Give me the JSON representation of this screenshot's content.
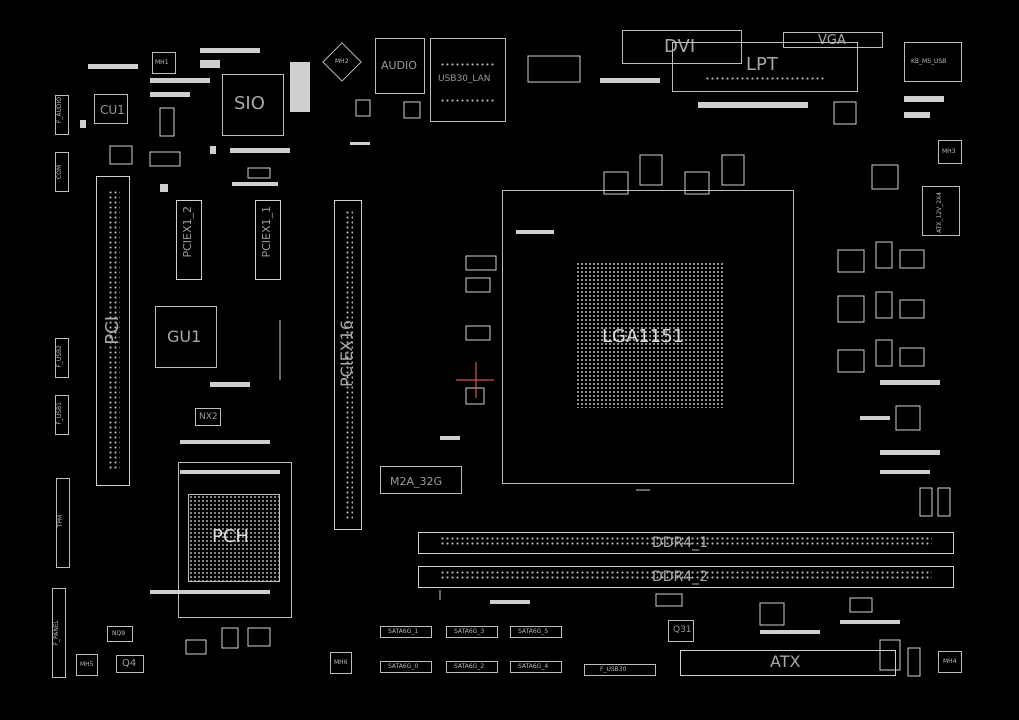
{
  "labels": {
    "dvi": "DVI",
    "vga": "VGA",
    "lpt": "LPT",
    "audio": "AUDIO",
    "usb30_lan": "USB30_LAN",
    "kb_ms_usb": "KB_MS_USB",
    "sio": "SIO",
    "cu1": "CU1",
    "pci": "PCI",
    "gu1": "GU1",
    "nx2": "NX2",
    "pch": "PCH",
    "pcie16": "PCIEX16",
    "pcie1_2": "PCIEX1_2",
    "pcie1_1": "PCIEX1_1",
    "m2a": "M2A_32G",
    "lga": "LGA1151",
    "ddr4_1": "DDR4_1",
    "ddr4_2": "DDR4_2",
    "atx": "ATX",
    "q31": "Q31",
    "q4": "Q4",
    "nq9": "NQ9",
    "mh1": "MH1",
    "mh2": "MH2",
    "mh3": "MH3",
    "mh4": "MH4",
    "mh5": "MH5",
    "mh6": "MH6",
    "f_panel": "F_PANEL",
    "f_usb30": "F_USB30",
    "sata_1": "SATA6G_1",
    "sata_3": "SATA6G_3",
    "sata_5": "SATA6G_5",
    "sata_0": "SATA6G_0",
    "sata_2": "SATA6G_2",
    "sata_4": "SATA6G_4",
    "f_usb2": "F_USB2",
    "f_usb1": "F_USB1",
    "tpm": "TPM",
    "atx_12v": "ATX_12V_2X4",
    "f_audio": "F_AUDIO",
    "com": "COM"
  },
  "colors": {
    "background": "#000000",
    "trace": "#cfcfcf",
    "label": "#9a9a9a",
    "accent": "#ff6666"
  }
}
